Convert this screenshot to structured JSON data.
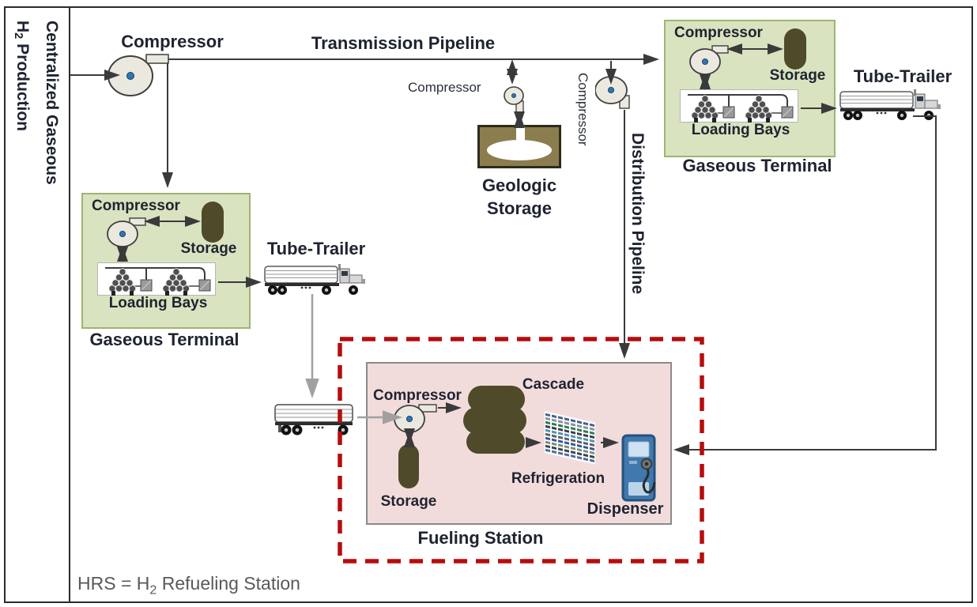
{
  "colors": {
    "terminal_fill": "#d9e3c0",
    "terminal_border": "#9fb471",
    "station_fill": "#f2dcdb",
    "station_border": "#8a8a8a",
    "hrs_dash": "#b50d0d",
    "tank_olive": "#4f4a2a",
    "geologic_fill": "#8b7d4e",
    "compressor_fill": "#ebe9df",
    "compressor_dot": "#2e75b6",
    "line_dark": "#3a3a3a",
    "line_gray": "#a0a0a0",
    "dispenser_blue": "#4178ad",
    "text_dark": "#1f2330",
    "note_gray": "#595959"
  },
  "left_panel": {
    "line1": "Centralized Gaseous",
    "h2_base": "H",
    "h2_sub": "2",
    "line2_rest": " Production"
  },
  "pipelines": {
    "transmission": "Transmission Pipeline",
    "distribution": "Distribution Pipeline"
  },
  "production_compressor_label": "Compressor",
  "geologic": {
    "compressor_label": "Compressor",
    "label": "Geologic\nStorage"
  },
  "distribution_compressor_label": "Compressor",
  "terminals": [
    {
      "title": "Gaseous Terminal",
      "compressor_label": "Compressor",
      "storage_label": "Storage",
      "loading_bays_label": "Loading Bays",
      "trailer_label": "Tube-Trailer"
    },
    {
      "title": "Gaseous Terminal",
      "compressor_label": "Compressor",
      "storage_label": "Storage",
      "loading_bays_label": "Loading Bays",
      "trailer_label": "Tube-Trailer"
    }
  ],
  "fueling_station": {
    "title": "Fueling Station",
    "compressor_label": "Compressor",
    "cascade_label": "Cascade",
    "storage_label": "Storage",
    "refrigeration_label": "Refrigeration",
    "dispenser_label": "Dispenser"
  },
  "footnote": {
    "pre": "HRS = H",
    "sub": "2",
    "post": " Refueling Station"
  },
  "icons": {
    "compressor-icon": "circle with blue hub and outlet port",
    "storage-tank-icon": "vertical olive capsule",
    "cascade-icon": "three stacked olive vessels",
    "geologic-storage-icon": "khaki box with white cavern ellipse",
    "loading-bays-icon": "two tube bundles with posts and piping",
    "tube-trailer-icon": "tube trailer truck",
    "delivery-trailer-icon": "parked tube trailer",
    "refrigeration-icon": "slanted heat-exchanger coil array",
    "dispenser-icon": "blue fuel dispenser with hose"
  }
}
